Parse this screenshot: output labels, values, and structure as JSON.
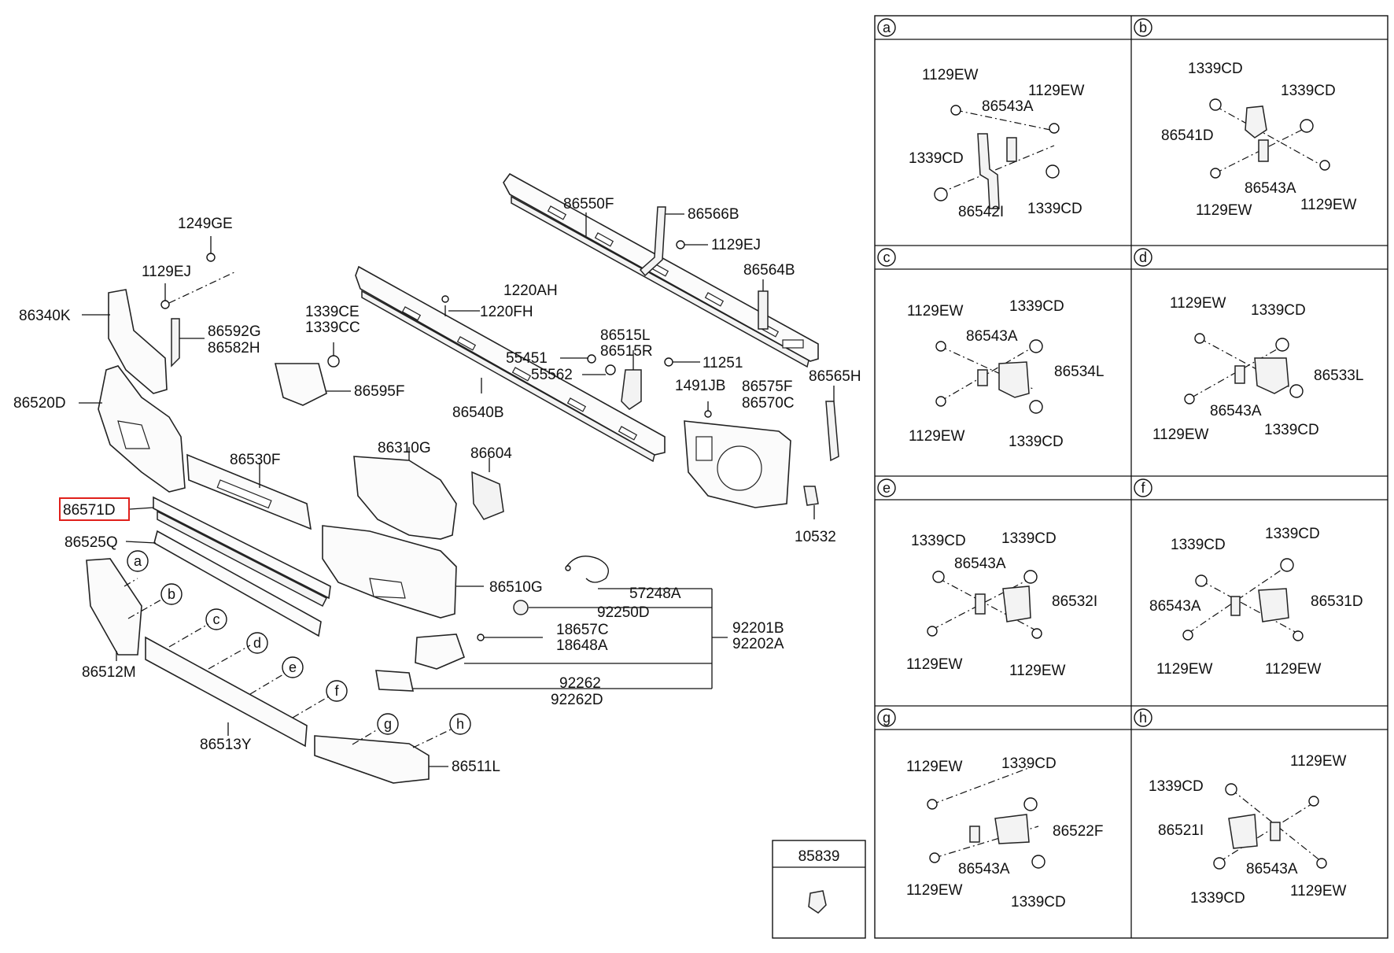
{
  "main_labels": {
    "p1249GE": "1249GE",
    "p1129EJ_a": "1129EJ",
    "p86340K": "86340K",
    "p86592G": "86592G",
    "p86582H": "86582H",
    "p86520D": "86520D",
    "p86530F": "86530F",
    "p86571D": "86571D",
    "p86525Q": "86525Q",
    "p86512M": "86512M",
    "p86513Y": "86513Y",
    "p86511L": "86511L",
    "p1339CE": "1339CE",
    "p1339CC": "1339CC",
    "p86595F": "86595F",
    "p1220AH": "1220AH",
    "p1220FH": "1220FH",
    "p86550F": "86550F",
    "p86566B": "86566B",
    "p1129EJ_b": "1129EJ",
    "p86564B": "86564B",
    "p86515L": "86515L",
    "p86515R": "86515R",
    "p55451": "55451",
    "p55562": "55562",
    "p11251": "11251",
    "p86540B": "86540B",
    "p1491JB": "1491JB",
    "p86575F": "86575F",
    "p86570C": "86570C",
    "p86565H": "86565H",
    "p10532": "10532",
    "p86310G": "86310G",
    "p86604": "86604",
    "p86510G": "86510G",
    "p57248A": "57248A",
    "p92250D": "92250D",
    "p92201B": "92201B",
    "p92202A": "92202A",
    "p18657C": "18657C",
    "p18648A": "18648A",
    "p92262": "92262",
    "p92262D": "92262D"
  },
  "callouts": [
    "a",
    "b",
    "c",
    "d",
    "e",
    "f",
    "g",
    "h"
  ],
  "highlighted_part": "86571D",
  "extra_box": {
    "title": "85839"
  },
  "panels": [
    {
      "letter": "a",
      "labels": [
        "1129EW",
        "86543A",
        "1129EW",
        "1339CD",
        "86542I",
        "1339CD"
      ]
    },
    {
      "letter": "b",
      "labels": [
        "1339CD",
        "1339CD",
        "86541D",
        "86543A",
        "1129EW",
        "1129EW"
      ]
    },
    {
      "letter": "c",
      "labels": [
        "1129EW",
        "1339CD",
        "86543A",
        "86534L",
        "1129EW",
        "1339CD"
      ]
    },
    {
      "letter": "d",
      "labels": [
        "1129EW",
        "1339CD",
        "86533L",
        "86543A",
        "1129EW",
        "1339CD"
      ]
    },
    {
      "letter": "e",
      "labels": [
        "1339CD",
        "1339CD",
        "86543A",
        "86532I",
        "1129EW",
        "1129EW"
      ]
    },
    {
      "letter": "f",
      "labels": [
        "1339CD",
        "1339CD",
        "86531D",
        "86543A",
        "1129EW",
        "1129EW"
      ]
    },
    {
      "letter": "g",
      "labels": [
        "1129EW",
        "1339CD",
        "86522F",
        "1129EW",
        "86543A",
        "1339CD"
      ]
    },
    {
      "letter": "h",
      "labels": [
        "1129EW",
        "1339CD",
        "86521I",
        "86543A",
        "1339CD",
        "1129EW"
      ]
    }
  ],
  "colors": {
    "highlight": "#e0201b",
    "line": "#111111"
  }
}
